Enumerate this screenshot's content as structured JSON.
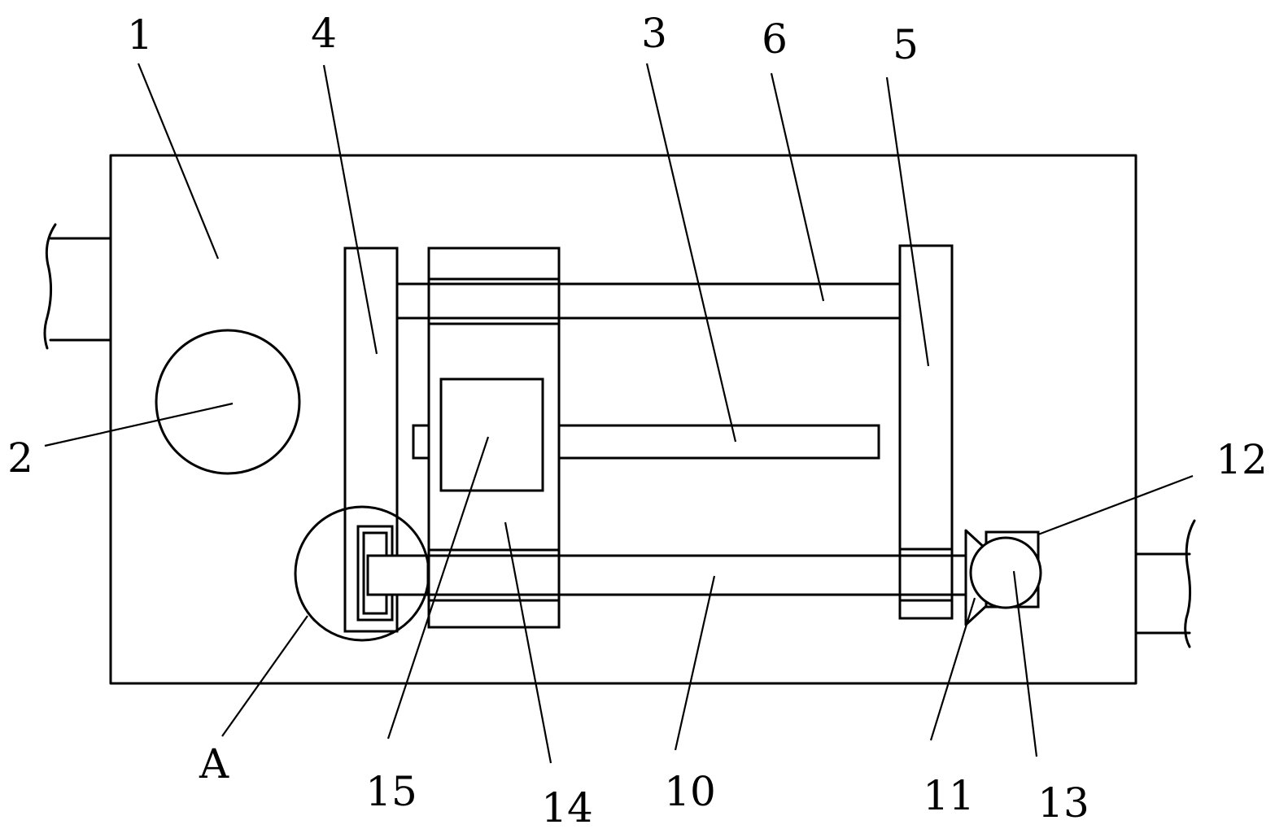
{
  "labels": {
    "l1": "1",
    "l2": "2",
    "l3": "3",
    "l4": "4",
    "l5": "5",
    "l6": "6",
    "l10": "10",
    "l11": "11",
    "l12": "12",
    "l13": "13",
    "l14": "14",
    "l15": "15",
    "lA": "A"
  },
  "colors": {
    "stroke": "#000000",
    "background": "#ffffff"
  }
}
